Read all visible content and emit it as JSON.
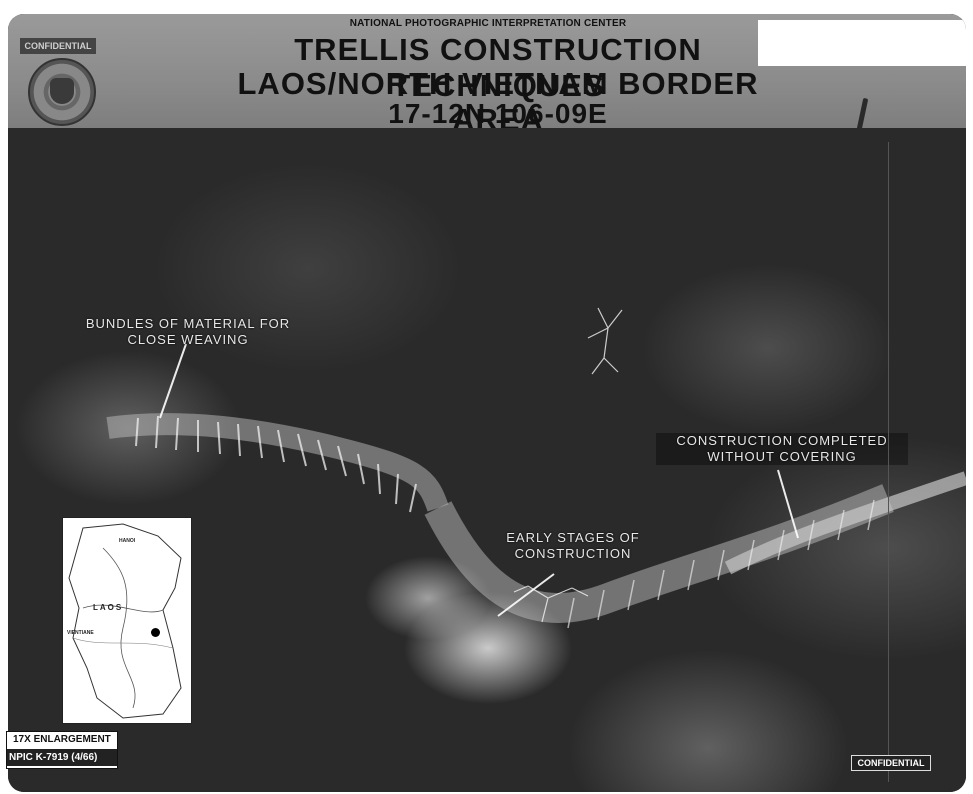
{
  "header": {
    "agency": "NATIONAL PHOTOGRAPHIC INTERPRETATION CENTER",
    "title_line1": "TRELLIS  CONSTRUCTION  TECHNIQUES",
    "title_line2": "LAOS/NORTH  VIETNAM  BORDER  AREA",
    "coordinates": "17-12N  106-09E",
    "classification": "CONFIDENTIAL"
  },
  "annotations": {
    "bundles": "BUNDLES OF MATERIAL FOR CLOSE WEAVING",
    "early": "EARLY STAGES OF CONSTRUCTION",
    "completed": "CONSTRUCTION COMPLETED WITHOUT COVERING"
  },
  "inset_map": {
    "country_label": "LAOS",
    "city_north": "HANOI",
    "city_west": "VIENTIANE"
  },
  "footer": {
    "enlargement": "17X  ENLARGEMENT",
    "reference": "NPIC K-7919 (4/66)",
    "classification": "CONFIDENTIAL"
  },
  "icons": {
    "seal": "agency-seal-icon",
    "location_marker": "location-dot-icon"
  },
  "colors": {
    "banner": "#8e8e8e",
    "photo_dark": "#2a2a2a",
    "label_text": "#e8e8e8"
  }
}
